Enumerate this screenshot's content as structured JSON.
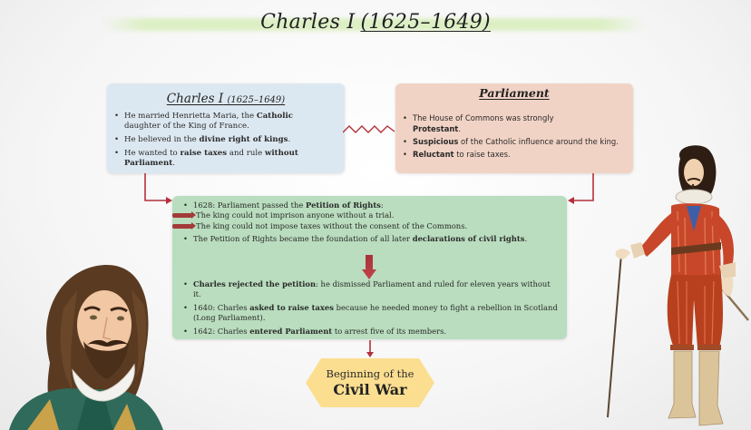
{
  "title": {
    "name": "Charles I",
    "years": "(1625–1649)"
  },
  "charles_box": {
    "title": "Charles I",
    "title_years": "(1625–1649)",
    "items": [
      {
        "pre": "He married Henrietta Maria, the ",
        "bold": "Catholic",
        "post": " daughter of the King of France."
      },
      {
        "pre": "He believed in the ",
        "bold": "divine right of kings",
        "post": "."
      },
      {
        "pre": "He wanted to ",
        "bold": "raise taxes",
        "mid": " and rule ",
        "bold2": "without Parliament",
        "post": "."
      }
    ]
  },
  "parliament_box": {
    "title": "Parliament",
    "items": [
      {
        "pre": "The House of Commons was strongly ",
        "bold": "Protestant",
        "post": "."
      },
      {
        "pre": "",
        "bold": "Suspicious",
        "post": " of the Catholic influence around the king."
      },
      {
        "pre": "",
        "bold": "Reluctant",
        "post": " to raise taxes."
      }
    ]
  },
  "main_box": {
    "petition": {
      "pre": "1628: Parliament passed the ",
      "bold": "Petition of Rights",
      "post": ":"
    },
    "sub_items": [
      "The king could not imprison anyone without a trial.",
      "The king could not impose taxes without the consent of the Commons."
    ],
    "foundation": {
      "pre": "The Petition of Rights became the foundation of all later ",
      "bold": "declarations of civil rights",
      "post": "."
    },
    "later_items": [
      {
        "pre": "",
        "bold": "Charles rejected the petition",
        "post": ": he dismissed Parliament and ruled for  eleven years without it."
      },
      {
        "pre": "1640: Charles ",
        "bold": "asked to raise taxes",
        "post": " because he needed money to fight a rebellion in Scotland (Long Parliament)."
      },
      {
        "pre": "1642: Charles ",
        "bold": "entered Parliament",
        "post": " to arrest five of its members."
      }
    ]
  },
  "outcome": {
    "line1": "Beginning of the",
    "line2": "Civil War"
  },
  "colors": {
    "charles_box": "#dce8f1",
    "parliament_box": "#f1d3c5",
    "main_box": "#b9ddbe",
    "outcome": "#fbde90",
    "arrow_red": "#b3303a",
    "title_band": "#dcefc4"
  }
}
